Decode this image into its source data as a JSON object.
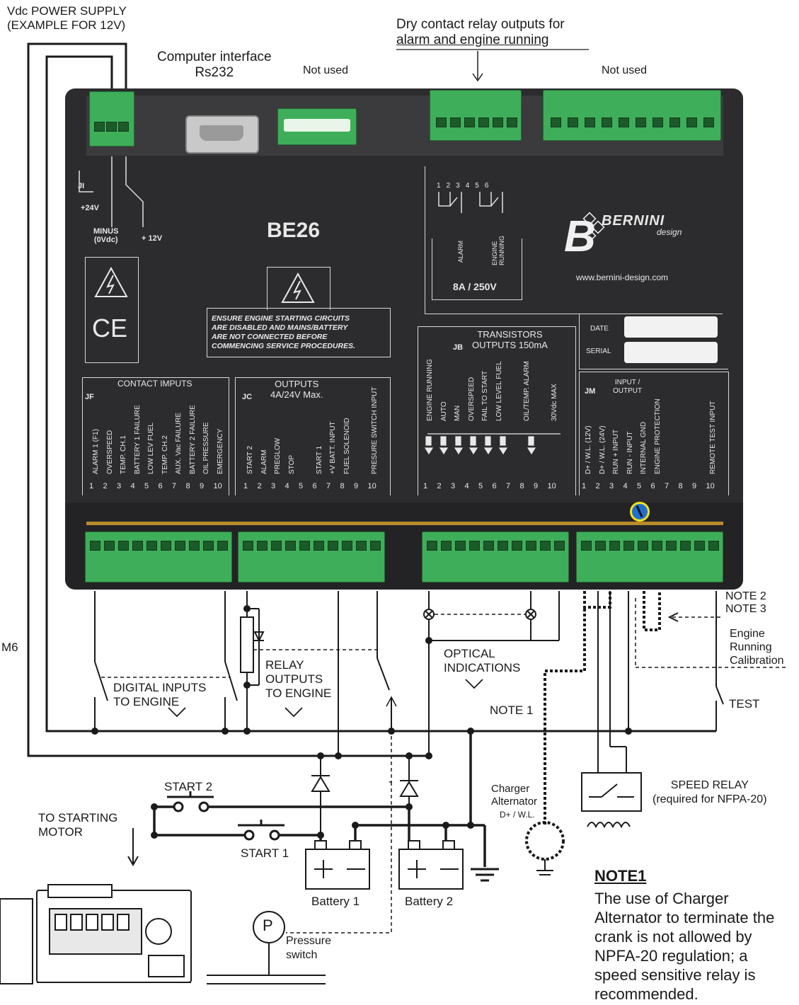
{
  "labels": {
    "power_supply": [
      "Vdc POWER SUPPLY",
      "(EXAMPLE FOR 12V)"
    ],
    "computer_interface": [
      "Computer interface",
      "Rs232"
    ],
    "not_used_left": "Not used",
    "dry_contact": [
      "Dry contact relay outputs for",
      "alarm and engine running"
    ],
    "not_used_right": "Not used",
    "m6": "M6",
    "note2": "NOTE 2",
    "note3": "NOTE 3",
    "engine_running_cal": [
      "Engine",
      "Running",
      "Calibration"
    ],
    "optical_indications": [
      "OPTICAL",
      "INDICATIONS"
    ],
    "note1_label": "NOTE 1",
    "test": "TEST",
    "digital_inputs": [
      "DIGITAL INPUTS",
      "TO ENGINE"
    ],
    "relay_outputs": [
      "RELAY",
      "OUTPUTS",
      "TO ENGINE"
    ],
    "start2": "START 2",
    "start1": "START 1",
    "to_starting_motor": [
      "TO STARTING",
      "MOTOR"
    ],
    "battery1": "Battery 1",
    "battery2": "Battery 2",
    "charger_alternator": [
      "Charger",
      "Alternator",
      "D+ / W.L."
    ],
    "speed_relay": [
      "SPEED  RELAY",
      "(required for NFPA-20)"
    ],
    "pressure_switch": [
      "Pressure",
      "switch"
    ],
    "pressure_symbol": "P",
    "note1_title": "NOTE1",
    "note1_body": "The use of Charger Alternator to terminate the crank is not allowed by NPFA-20 regulation; a speed sensitive relay is recommended."
  },
  "panel": {
    "ji": "JI",
    "plus24": "+24V",
    "minus": [
      "MINUS",
      "(0Vdc)"
    ],
    "plus12": "+ 12V",
    "model": "BE26",
    "warning": [
      "ENSURE ENGINE STARTING CIRCUITS",
      "ARE DISABLED AND MAINS/BATTERY",
      "ARE NOT CONNECTED BEFORE",
      "COMMENCING SERVICE PROCEDURES."
    ],
    "ce": "CE",
    "relay_nums": [
      "1",
      "2",
      "3",
      "4",
      "5",
      "6"
    ],
    "alarm": "ALARM",
    "engine_running": [
      "ENGINE",
      "RUNNING"
    ],
    "relay_rating": "8A / 250V",
    "brand": "BERNINI",
    "brand_sub": "design",
    "website": "www.bernini-design.com",
    "date": "DATE",
    "serial": "SERIAL",
    "jb": "JB",
    "jb_title": [
      "TRANSISTORS",
      "OUTPUTS 150mA"
    ],
    "jb_items": [
      "ENGINE RUNNING",
      "AUTO",
      "MAN",
      "OVERSPEED",
      "FAIL TO START",
      "LOW LEVEL FUEL",
      "",
      "OIL/TEMP. ALARM",
      "",
      "30Vdc MAX"
    ],
    "jf": "JF",
    "jf_title": "CONTACT IMPUTS",
    "jf_items": [
      "ALARM 1 (F1)",
      "OVERSPEED",
      "TEMP. CH.1",
      "BATTERY 1 FAILURE",
      "LOW LEV FUEL",
      "TEMP. CH.2",
      "AUX. Vac FAILURE",
      "BATTERY 2 FAILURE",
      "OIL PRESSURE",
      "EMERGENCY"
    ],
    "jc": "JC",
    "jc_title": [
      "OUTPUTS",
      "4A/24V Max."
    ],
    "jc_items": [
      "START 2",
      "ALARM",
      "PREGLOW",
      "STOP",
      "",
      "START 1",
      "+V BATT. INPUT",
      "FUEL SOLENOID",
      "",
      "PRESURE SWITCH INPUT"
    ],
    "jm": "JM",
    "jm_title": [
      "INPUT /",
      "OUTPUT"
    ],
    "jm_items": [
      "D+ / W.L. (12V)",
      "D+ / W.L. (24V)",
      "RUN + INPUT",
      "RUN - INPUT",
      "INTERNAL GND",
      "ENGINE PROTECTION",
      "",
      "",
      "",
      "REMOTE TEST INPUT"
    ],
    "pin_numbers": [
      "1",
      "2",
      "3",
      "4",
      "5",
      "6",
      "7",
      "8",
      "9",
      "10"
    ]
  },
  "colors": {
    "panel": "#2c2c2e",
    "terminal": "#3fae5a",
    "marker_ring": "#f5e11a",
    "marker_fill": "#1f6fd1"
  }
}
